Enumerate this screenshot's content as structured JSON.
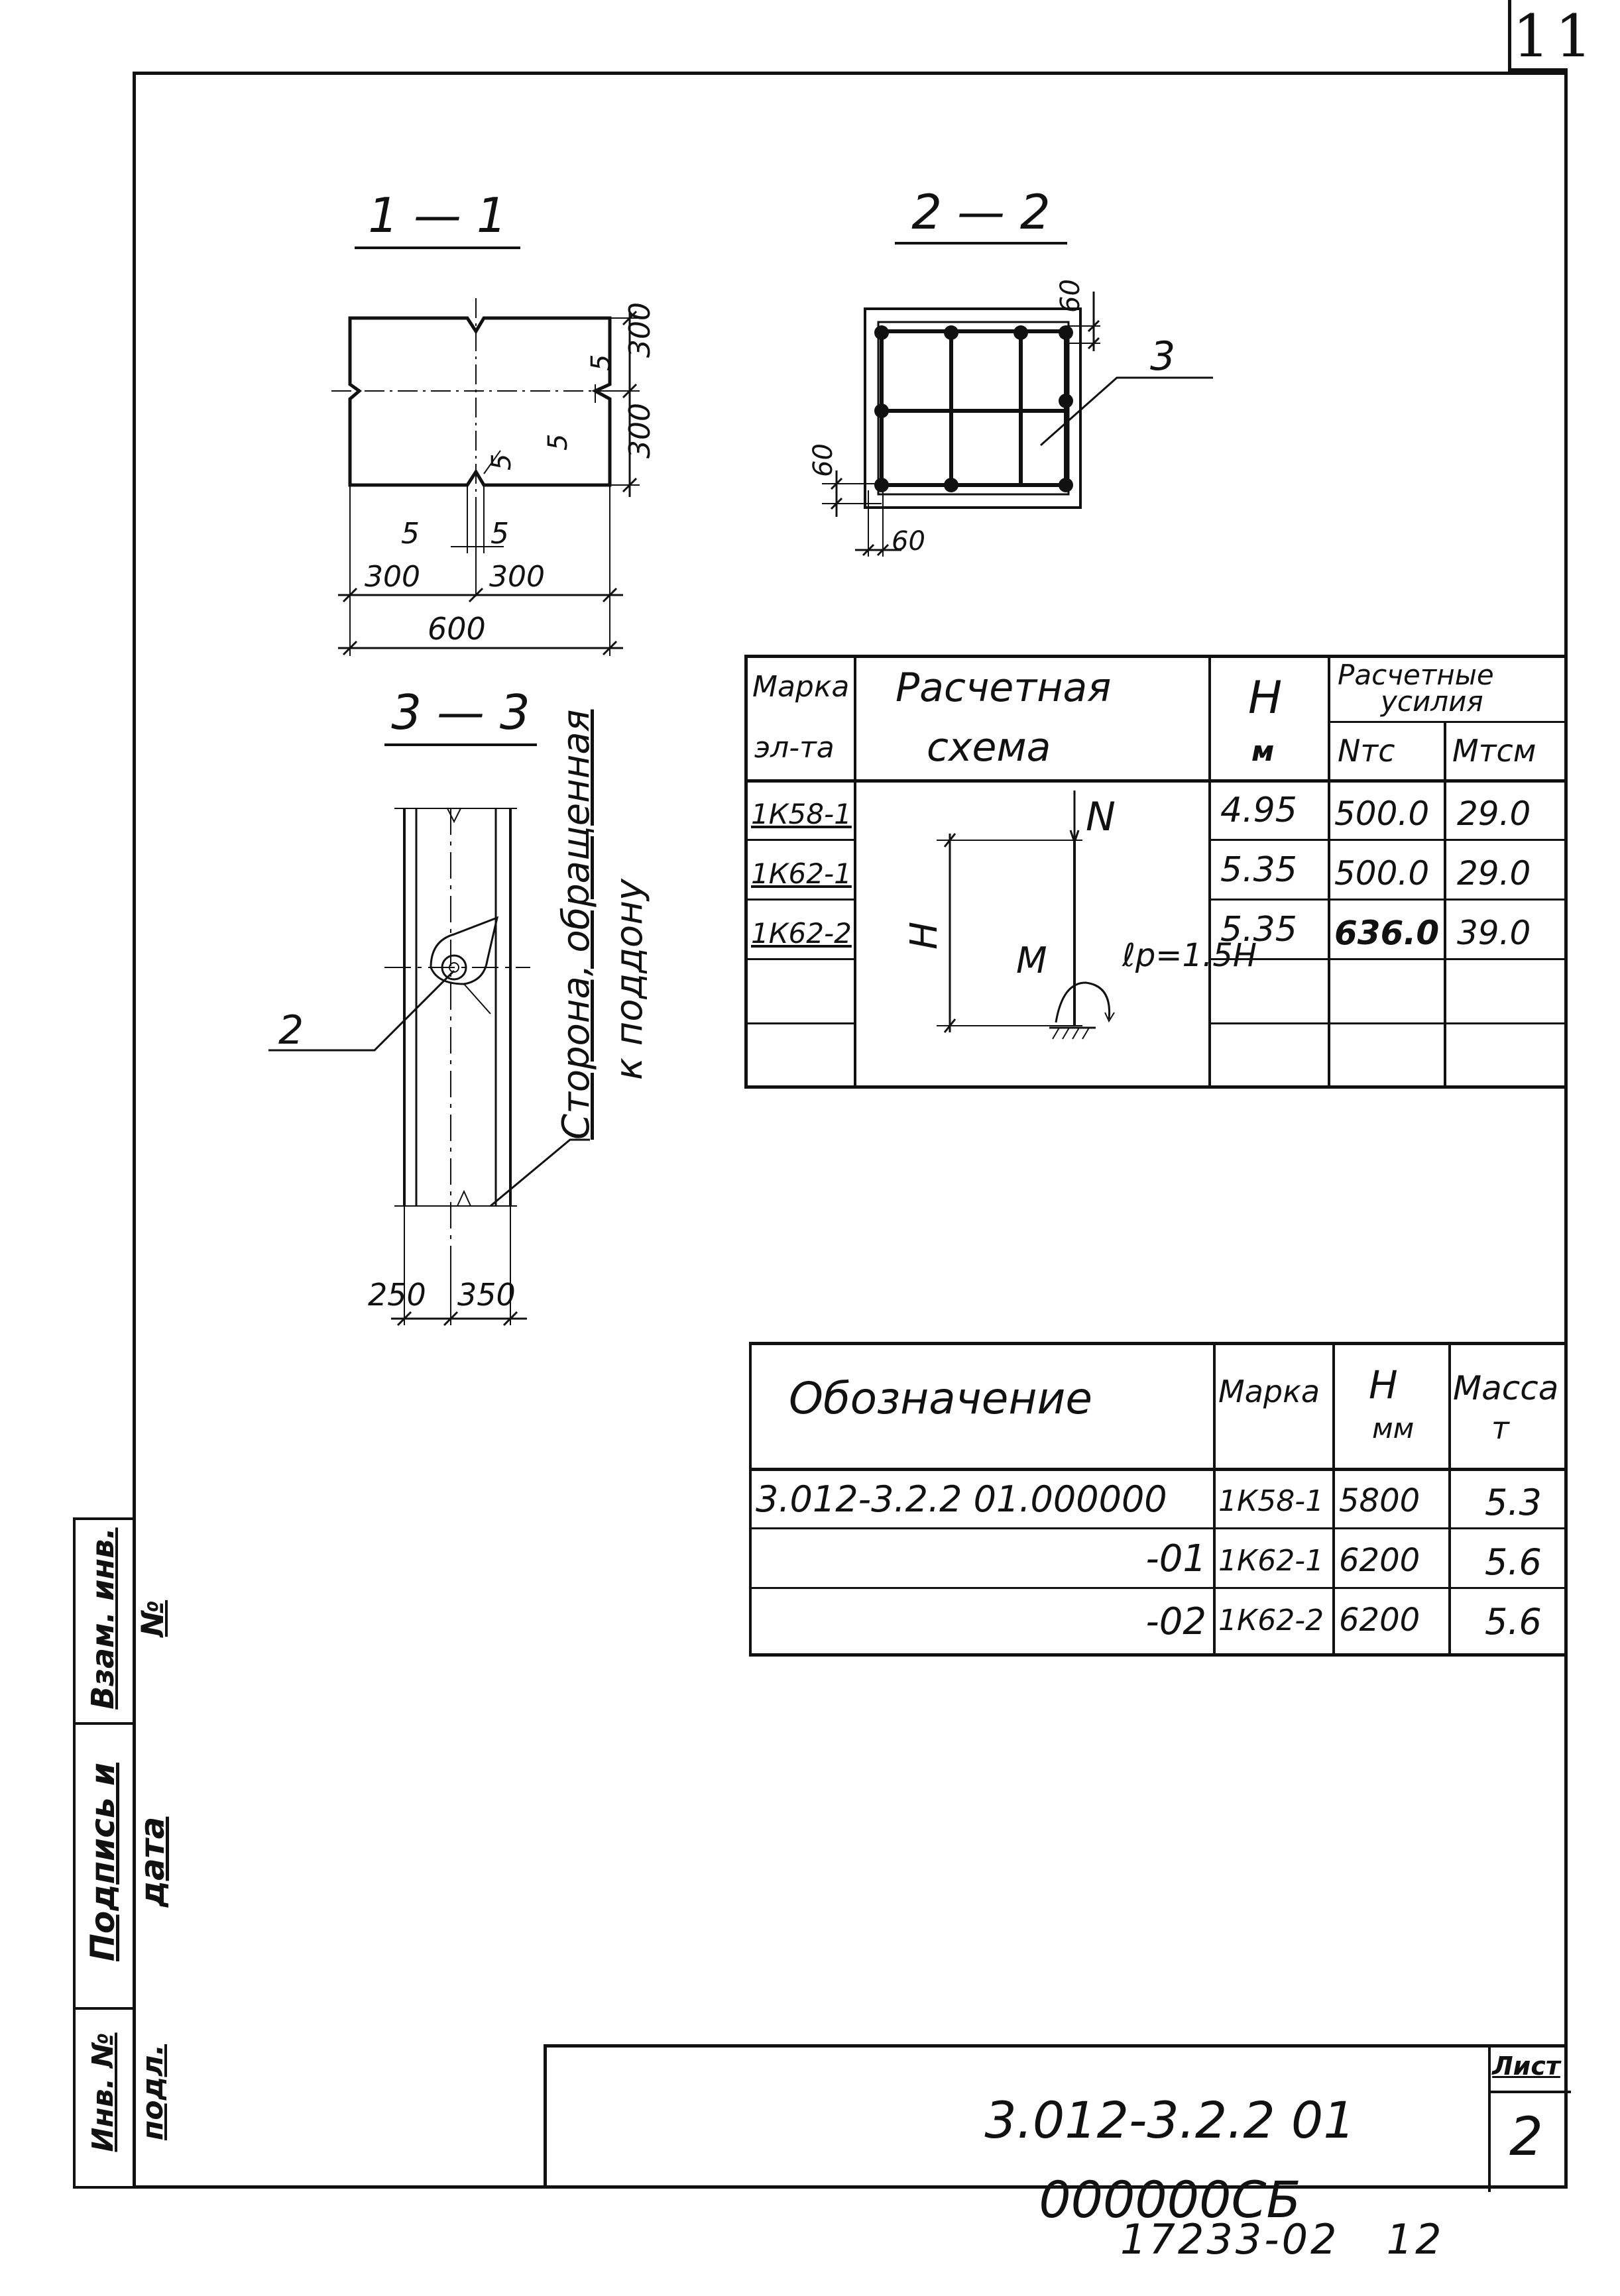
{
  "sheet_corner": "11",
  "sections": {
    "s11": "1 — 1",
    "s22": "2 — 2",
    "s33": "3 — 3"
  },
  "dims11": {
    "top300": "300",
    "bot300": "300",
    "d5a": "5",
    "d5b": "5",
    "d5c": "5",
    "d5l": "5",
    "d5r": "5",
    "w300a": "300",
    "w300b": "300",
    "w600": "600"
  },
  "dims22": {
    "d60top": "60",
    "d60left": "60",
    "d60bot": "60",
    "leader": "3"
  },
  "dims33": {
    "leader": "2",
    "side_note_1": "Сторона, обращенная",
    "side_note_2": "к поддону",
    "w250": "250",
    "w350": "350"
  },
  "calc_table": {
    "h_mark1": "Марка",
    "h_mark2": "эл-та",
    "h_scheme1": "Расчетная",
    "h_scheme2": "схема",
    "h_H": "H",
    "h_H_unit": "м",
    "h_forces1": "Расчетные",
    "h_forces2": "усилия",
    "h_N": "Nтс",
    "h_M": "Mтсм",
    "rows": [
      {
        "mark": "1К58-1",
        "H": "4.95",
        "N": "500.0",
        "M": "29.0"
      },
      {
        "mark": "1К62-1",
        "H": "5.35",
        "N": "500.0",
        "M": "29.0"
      },
      {
        "mark": "1К62-2",
        "H": "5.35",
        "N": "636.0",
        "M": "39.0"
      }
    ],
    "scheme": {
      "N": "N",
      "H": "H",
      "M": "M",
      "lp": "ℓр=1.5H"
    }
  },
  "spec_table": {
    "h_desig": "Обозначение",
    "h_mark": "Марка",
    "h_H": "H",
    "h_H_unit": "мм",
    "h_mass": "Масса",
    "h_mass_unit": "т",
    "rows": [
      {
        "desig": "3.012-3.2.2 01.000000",
        "mark": "1К58-1",
        "H": "5800",
        "mass": "5.3"
      },
      {
        "desig": "-01",
        "mark": "1К62-1",
        "H": "6200",
        "mass": "5.6"
      },
      {
        "desig": "-02",
        "mark": "1К62-2",
        "H": "6200",
        "mass": "5.6"
      }
    ]
  },
  "side_stamp": {
    "inv_no": "Инв. № подл.",
    "sign_date": "Подпись и дата",
    "replace_inv": "Взам. инв. №"
  },
  "title_block": {
    "code": "3.012-3.2.2  01 000000СБ",
    "sheet_label": "Лист",
    "sheet_no": "2"
  },
  "footer_code": "17233-02   12"
}
